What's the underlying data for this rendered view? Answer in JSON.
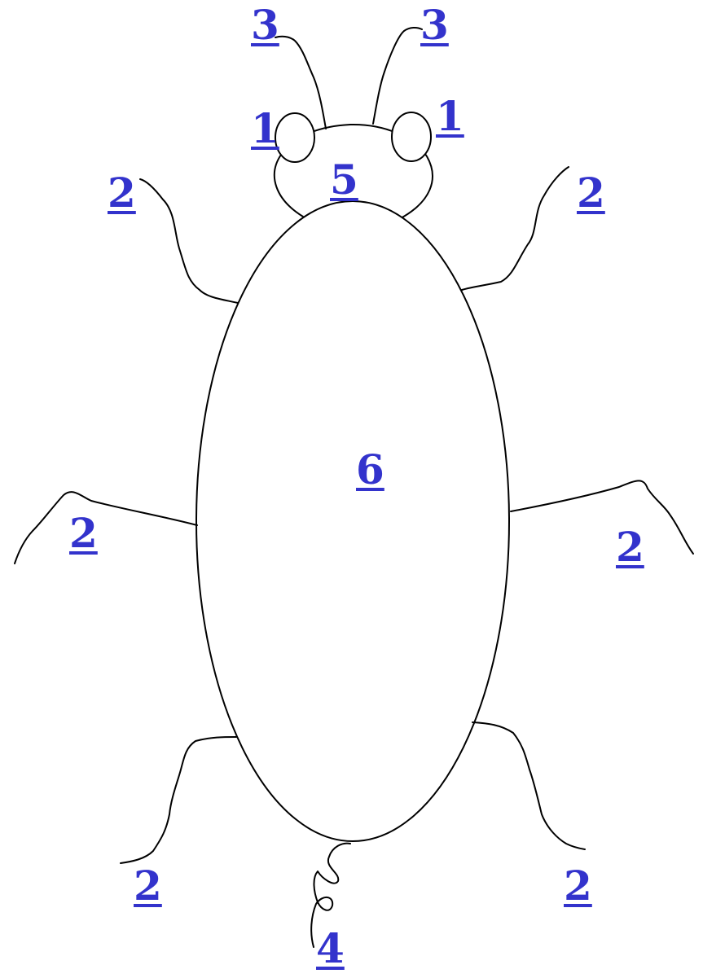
{
  "labels": {
    "antenna_left": "3",
    "antenna_right": "3",
    "eye_left": "1",
    "eye_right": "1",
    "head": "5",
    "body": "6",
    "leg_front_left": "2",
    "leg_front_right": "2",
    "leg_mid_left": "2",
    "leg_mid_right": "2",
    "leg_back_left": "2",
    "leg_back_right": "2",
    "tail": "4"
  },
  "colors": {
    "link": "#3333cc",
    "outline": "#000000",
    "background": "#ffffff"
  }
}
